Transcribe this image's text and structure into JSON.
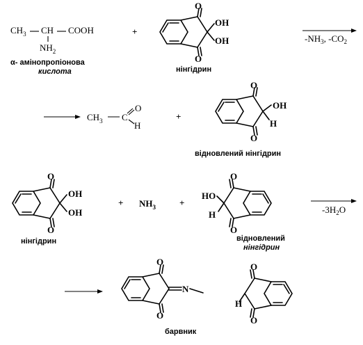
{
  "reaction1": {
    "alanine": {
      "ch3": "CH",
      "ch3_sub": "3",
      "ch": "CH",
      "cooh": "COOH",
      "nh2": "NH",
      "nh2_sub": "2"
    },
    "alanine_caption_1": "α- амінопропіонова",
    "alanine_caption_2": "кислота",
    "plus": "+",
    "ninhydrin_caption": "нінгідрин",
    "arrow_label": "-NH",
    "arrow_label_sub": "3",
    "arrow_label_rest": ", -CO",
    "arrow_label_sub2": "2"
  },
  "reaction2": {
    "acetaldehyde": {
      "ch3": "CH",
      "ch3_sub": "3",
      "c": "C",
      "o": "O",
      "h": "H"
    },
    "plus": "+",
    "reduced_caption": "відновлений  нінгідрин"
  },
  "reaction3": {
    "ninhydrin_caption": "нінгідрин",
    "plus1": "+",
    "nh3": "NH",
    "nh3_sub": "3",
    "plus2": "+",
    "reduced_caption_1": "відновлений",
    "reduced_caption_2": "нінгідрин",
    "arrow_label": "-3H",
    "arrow_label_sub": "2",
    "arrow_label_rest": "O"
  },
  "product": {
    "n": "N",
    "h": "H",
    "caption": "барвник"
  },
  "atoms": {
    "o": "O",
    "oh": "OH",
    "ho": "HO",
    "h": "H"
  }
}
